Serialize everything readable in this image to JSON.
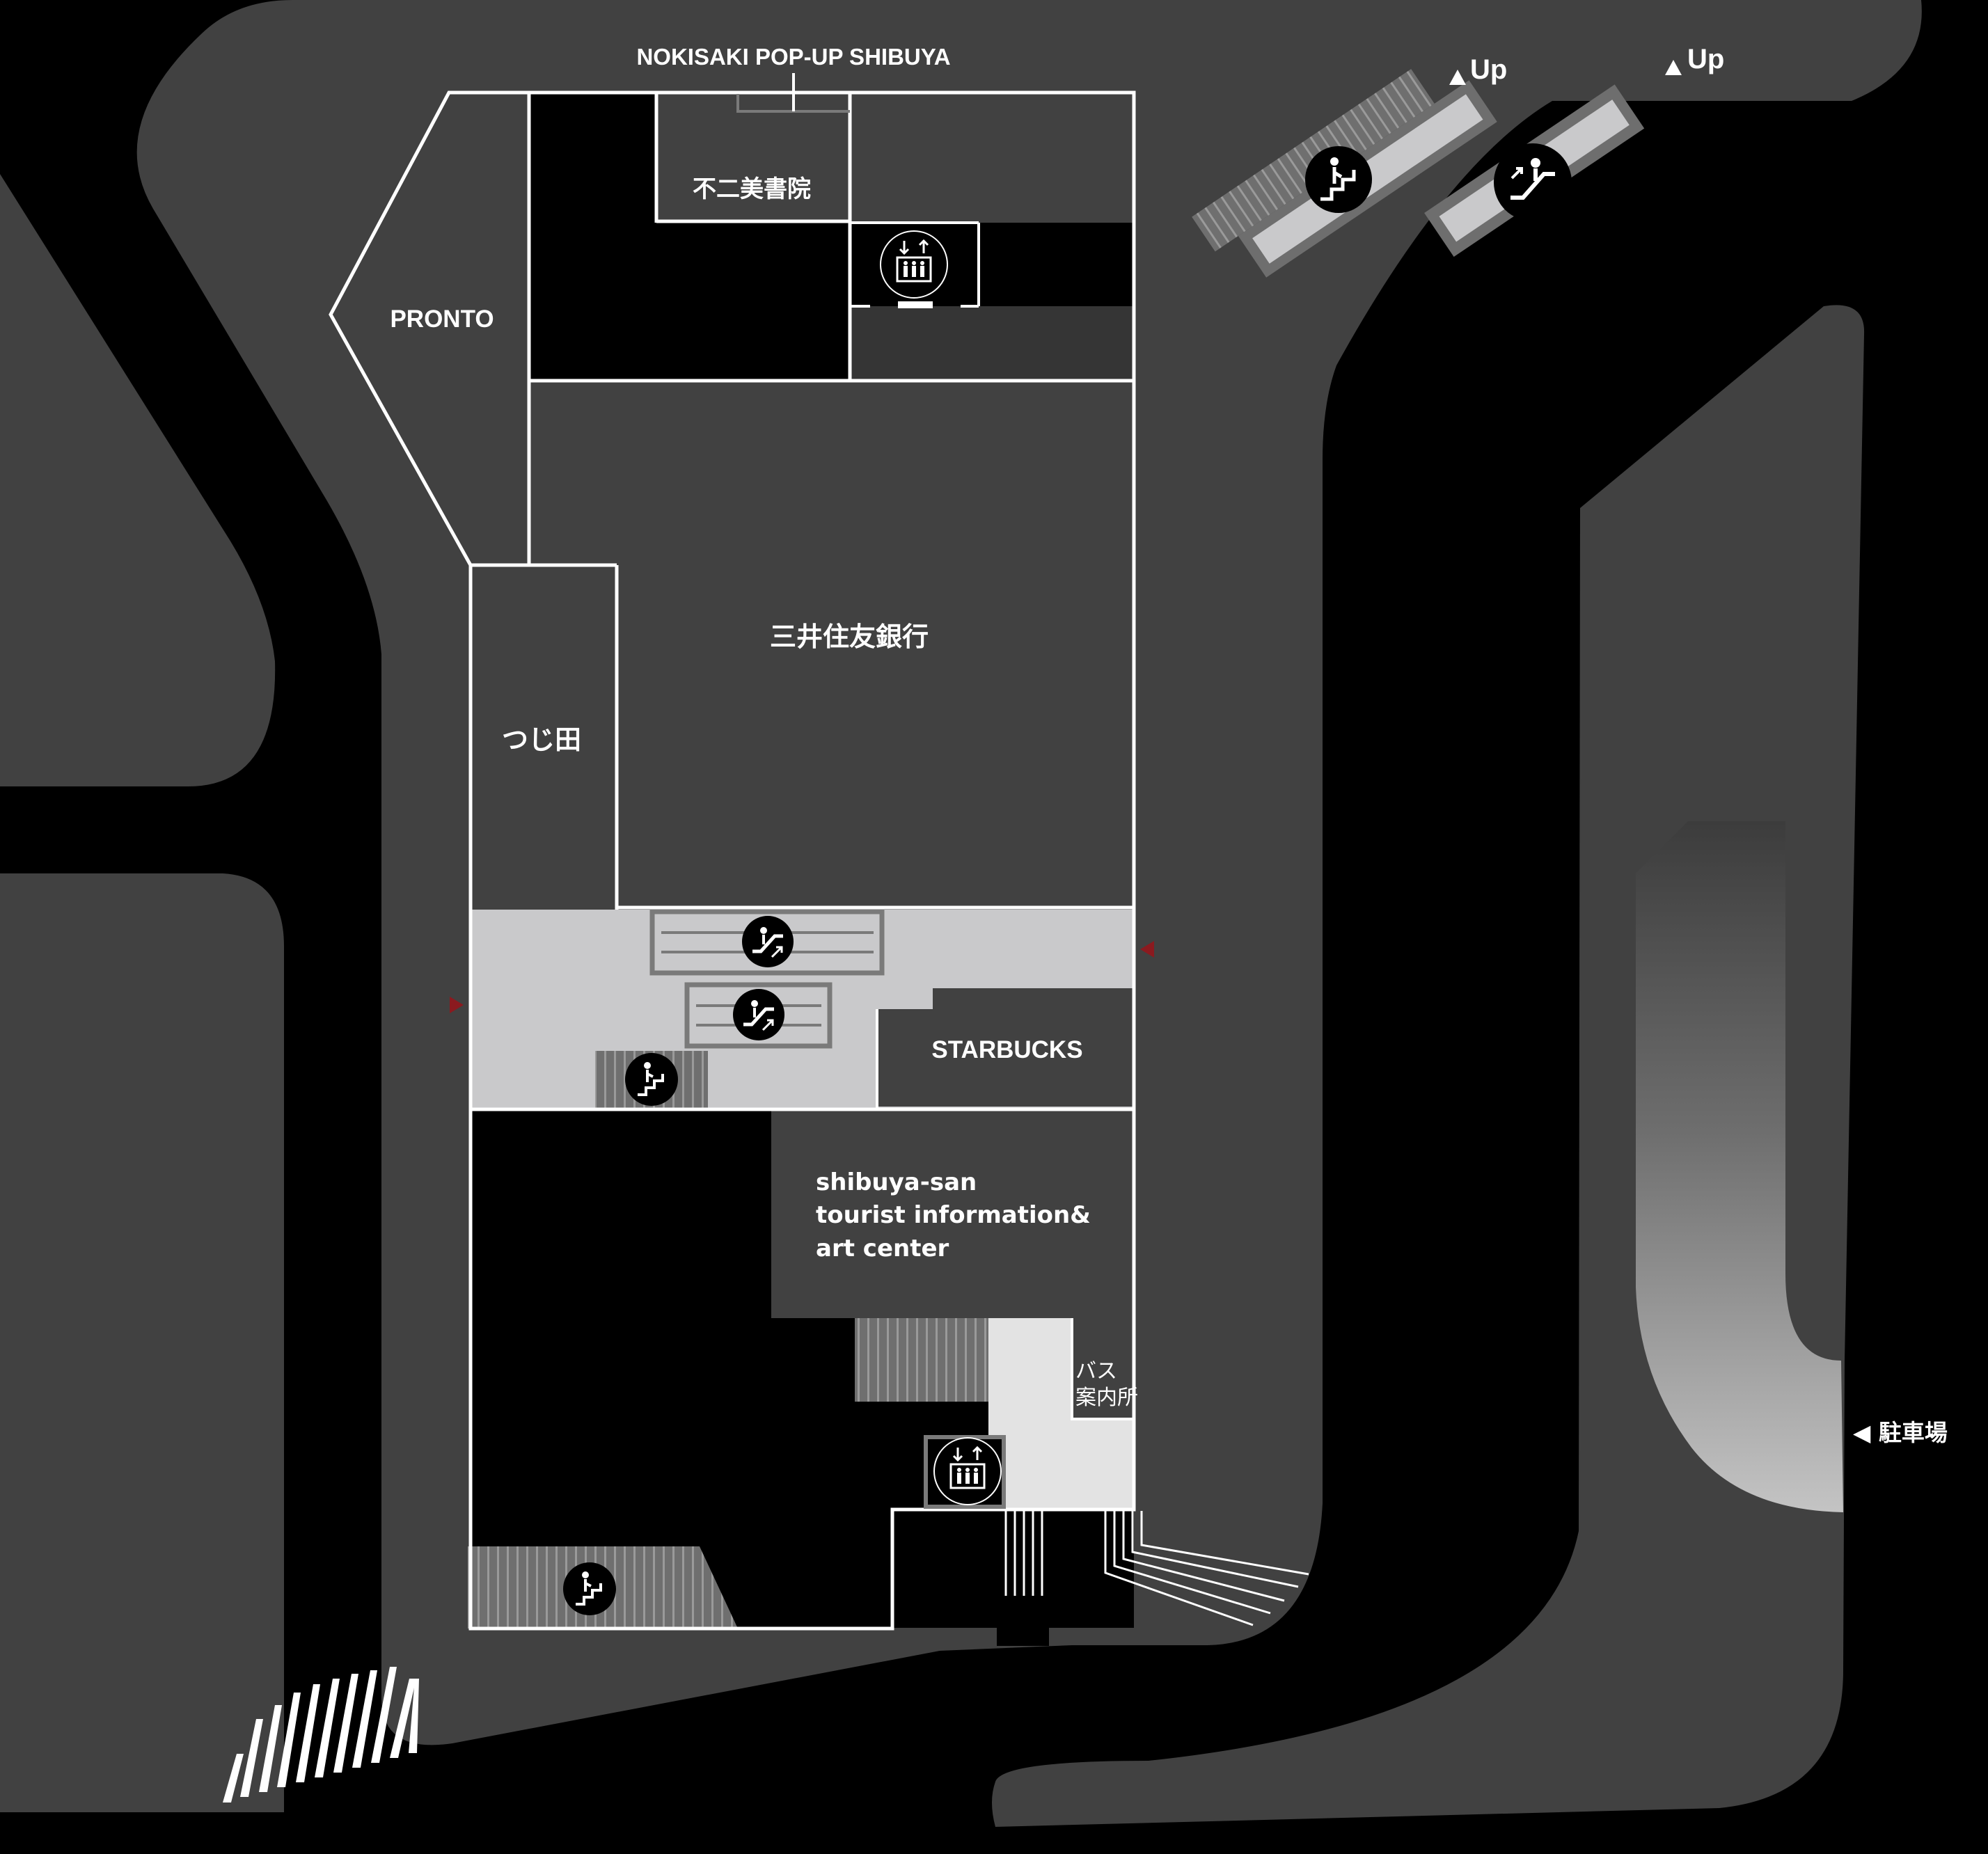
{
  "colors": {
    "background": "#000000",
    "road": "#414141",
    "concourse": "#c9c9cb",
    "wall": "#ffffff",
    "entrance_marker": "#8b1a1f",
    "stairs": "#7a7a7a"
  },
  "labels": {
    "popup": "NOKISAKI POP-UP SHIBUYA",
    "fuji_bijutsu": "不二美書院",
    "pronto": "PRONTO",
    "smbc": "三井住友銀行",
    "tsujita": "つじ田",
    "starbucks": "STARBUCKS",
    "info_line1": "shibuya-san",
    "info_line2": "tourist information&",
    "info_line3": "art center",
    "bus_line1": "バス",
    "bus_line2": "案内所",
    "parking": "◀ 駐車場",
    "up_left": "Up",
    "up_right": "Up"
  },
  "icons": {
    "elevator": "elevator-icon",
    "escalator": "escalator-icon",
    "stairs": "stairs-icon",
    "entrance": "entrance-arrow-icon",
    "up": "up-triangle-icon"
  }
}
